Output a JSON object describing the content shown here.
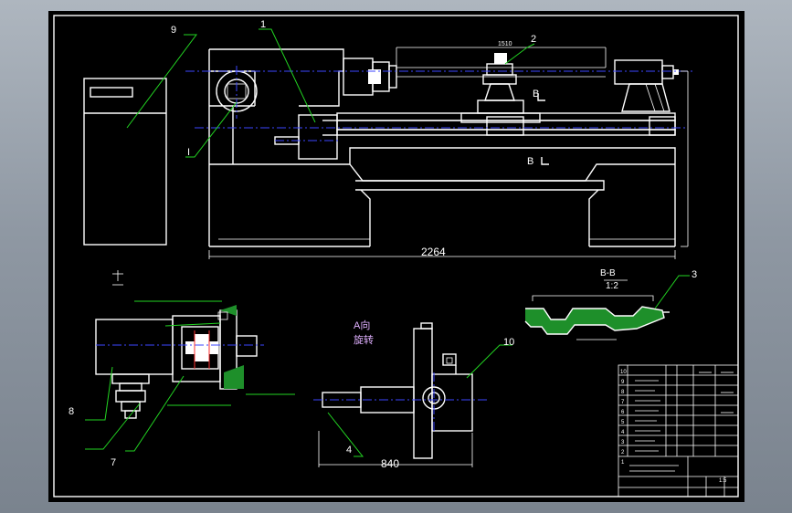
{
  "drawing": {
    "colors": {
      "background": "#000000",
      "outline": "#ffffff",
      "centerline": "#3b46ff",
      "leader": "#22d422",
      "section_fill": "#1e8f2a"
    },
    "balloons": [
      "1",
      "2",
      "3",
      "4",
      "7",
      "8",
      "9",
      "10",
      "I"
    ],
    "dimensions": {
      "lathe_length": "2264",
      "carriage_length": "840",
      "tool_post_gap": "1510"
    },
    "section": {
      "label": "B-B",
      "scale": "1:2",
      "marker": "B"
    },
    "view_note": {
      "line1": "A向",
      "line2": "旋转"
    },
    "title_block": {
      "scale": "1:5",
      "rows": [
        "10",
        "9",
        "8",
        "7",
        "6",
        "5",
        "4",
        "3",
        "2",
        "1"
      ]
    }
  }
}
